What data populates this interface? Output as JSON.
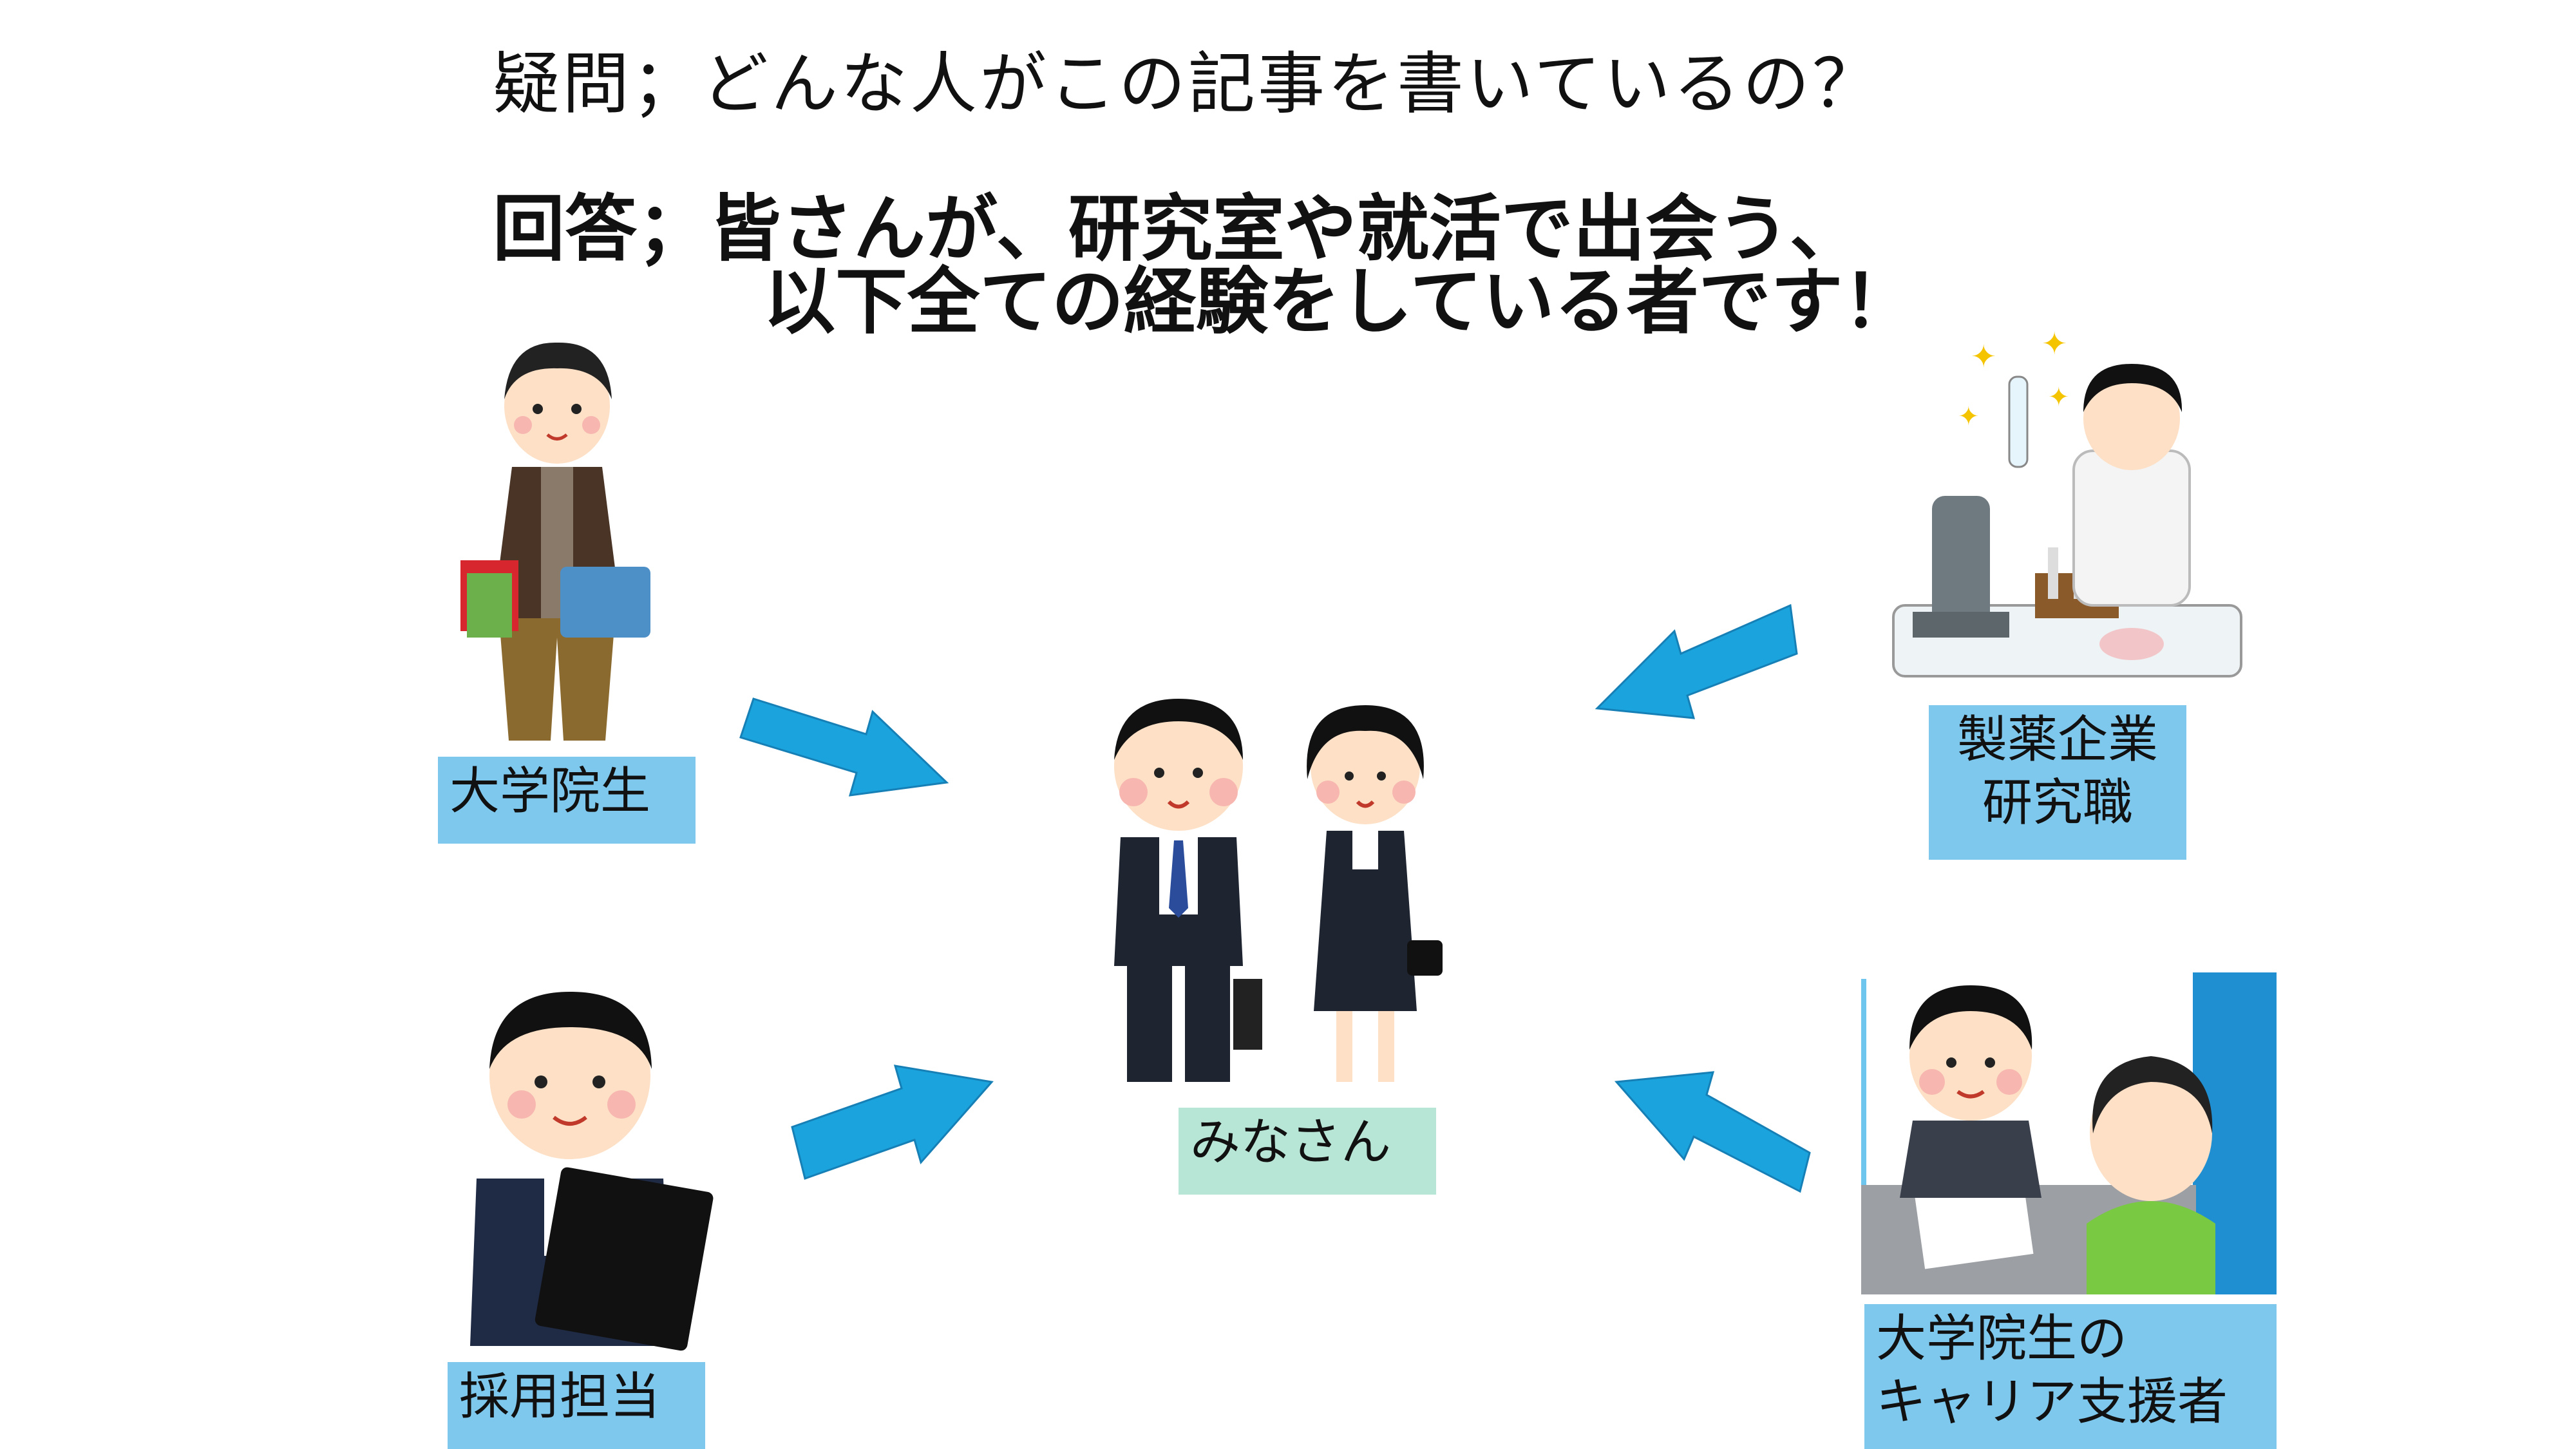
{
  "question": "疑問；どんな人がこの記事を書いているの？",
  "answer_line1": "回答；皆さんが、研究室や就活で出会う、",
  "answer_line2": "以下全ての経験をしている者です！",
  "labels": {
    "grad_student": "大学院生",
    "recruiter": "採用担当",
    "you": "みなさん",
    "pharma_line1": "製薬企業",
    "pharma_line2": "研究職",
    "career_line1": "大学院生の",
    "career_line2": "キャリア支援者"
  },
  "icons": [
    "student-figure",
    "recruiter-figure",
    "job-seekers-figure",
    "pharma-researcher-figure",
    "career-counselor-figure",
    "arrow-icon"
  ],
  "colors": {
    "arrow": "#1aa3dc",
    "label_blue": "#7ec8ee",
    "label_green": "#b8e6d6"
  }
}
